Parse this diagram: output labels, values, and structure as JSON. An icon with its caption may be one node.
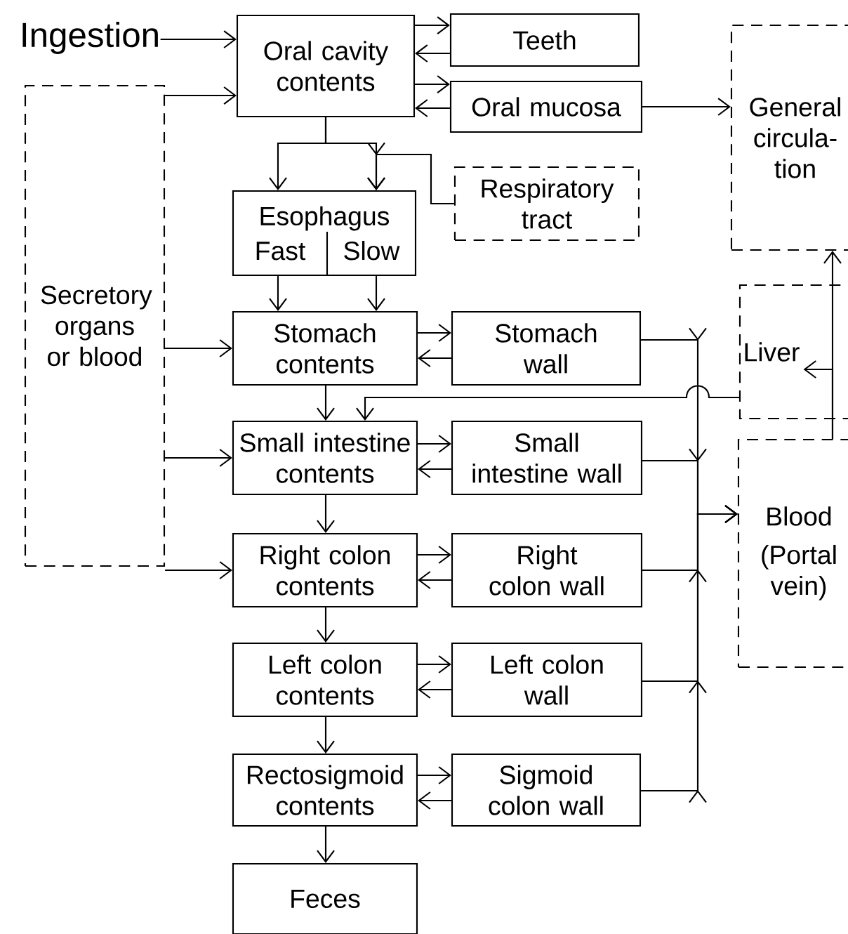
{
  "diagram": {
    "nodes": [
      {
        "text": [
          "Ingestion"
        ]
      },
      {
        "text": [
          "Oral cavity contents"
        ]
      },
      {
        "text": [
          "Teeth"
        ]
      },
      {
        "text": [
          "Oral mucosa"
        ]
      },
      {
        "text": [
          "General circula- tion"
        ]
      },
      {
        "text": [
          "Secretory organs or blood"
        ]
      },
      {
        "text": [
          "Respiratory tract"
        ]
      },
      {
        "text": [
          "Esophagus",
          "Fast",
          "Slow"
        ]
      },
      {
        "text": [
          "Stomach contents"
        ]
      },
      {
        "text": [
          "Stomach wall"
        ]
      },
      {
        "text": [
          "Liver"
        ]
      },
      {
        "text": [
          "Small intestine contents"
        ]
      },
      {
        "text": [
          "Small intestine wall"
        ]
      },
      {
        "text": [
          "Blood",
          "(Portal vein)"
        ]
      },
      {
        "text": [
          "Right colon contents"
        ]
      },
      {
        "text": [
          "Right colon wall"
        ]
      },
      {
        "text": [
          "Left colon contents"
        ]
      },
      {
        "text": [
          "Left colon wall"
        ]
      },
      {
        "text": [
          "Rectosigmoid contents"
        ]
      },
      {
        "text": [
          "Sigmoid colon wall"
        ]
      },
      {
        "text": [
          "Feces"
        ]
      }
    ],
    "edges": [
      {
        "from": 0,
        "to": 1,
        "arrow": "to"
      },
      {
        "from": 5,
        "to": 1,
        "arrow": "to"
      },
      {
        "from": 1,
        "to": 2,
        "arrow": "to"
      },
      {
        "from": 2,
        "to": 1,
        "arrow": "to"
      },
      {
        "from": 1,
        "to": 3,
        "arrow": "to"
      },
      {
        "from": 3,
        "to": 1,
        "arrow": "to"
      },
      {
        "from": 3,
        "to": 4,
        "arrow": "to"
      },
      {
        "from": 1,
        "to": 7,
        "arrow": "to"
      },
      {
        "from": 1,
        "to": 7,
        "arrow": "to"
      },
      {
        "from": 6,
        "to": 7,
        "arrow": "to"
      },
      {
        "from": 7,
        "to": 8,
        "arrow": "to"
      },
      {
        "from": 7,
        "to": 8,
        "arrow": "to"
      },
      {
        "from": 5,
        "to": 8,
        "arrow": "to"
      },
      {
        "from": 8,
        "to": 9,
        "arrow": "to"
      },
      {
        "from": 9,
        "to": 8,
        "arrow": "to"
      },
      {
        "from": 9,
        "to": 13,
        "arrow": "to"
      },
      {
        "from": 8,
        "to": 11,
        "arrow": "to"
      },
      {
        "from": 10,
        "to": 11,
        "arrow": "to"
      },
      {
        "from": 5,
        "to": 11,
        "arrow": "to"
      },
      {
        "from": 11,
        "to": 12,
        "arrow": "to"
      },
      {
        "from": 12,
        "to": 11,
        "arrow": "to"
      },
      {
        "from": 12,
        "to": 13,
        "arrow": "to"
      },
      {
        "from": 11,
        "to": 14,
        "arrow": "to"
      },
      {
        "from": 5,
        "to": 14,
        "arrow": "to"
      },
      {
        "from": 14,
        "to": 15,
        "arrow": "to"
      },
      {
        "from": 15,
        "to": 14,
        "arrow": "to"
      },
      {
        "from": 15,
        "to": 13,
        "arrow": "to"
      },
      {
        "from": 14,
        "to": 16,
        "arrow": "to"
      },
      {
        "from": 16,
        "to": 17,
        "arrow": "to"
      },
      {
        "from": 17,
        "to": 16,
        "arrow": "to"
      },
      {
        "from": 17,
        "to": 13,
        "arrow": "to"
      },
      {
        "from": 16,
        "to": 18,
        "arrow": "to"
      },
      {
        "from": 18,
        "to": 19,
        "arrow": "to"
      },
      {
        "from": 19,
        "to": 18,
        "arrow": "to"
      },
      {
        "from": 19,
        "to": 13,
        "arrow": "to"
      },
      {
        "from": 18,
        "to": 20,
        "arrow": "to"
      },
      {
        "from": 13,
        "to": 10,
        "arrow": "to"
      },
      {
        "from": 13,
        "to": 4,
        "arrow": "to"
      }
    ]
  }
}
